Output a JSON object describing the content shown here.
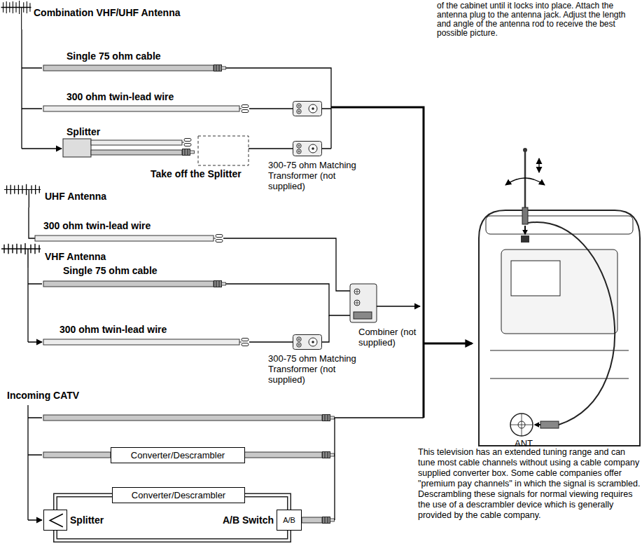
{
  "diagram": {
    "nodes": [
      {
        "text": [
          "Converter/Descrambler"
        ]
      },
      {
        "text": [
          "Converter/Descrambler"
        ]
      },
      {
        "text": [
          "Splitter"
        ]
      },
      {
        "text": [
          "A/B Switch",
          "A/B"
        ]
      }
    ],
    "edges": [
      {
        "from": 2,
        "to": 1,
        "arrow": "none"
      },
      {
        "from": 1,
        "to": 3,
        "arrow": "none"
      },
      {
        "from": 2,
        "to": 3,
        "arrow": "none"
      }
    ],
    "labels": [
      "of the cabinet until it locks into place. Attach the antenna plug to the antenna jack. Adjust the length and angle of the antenna rod to receive the best possible picture.",
      "Combination VHF/UHF Antenna",
      "Single 75 ohm cable",
      "300 ohm twin-lead wire",
      "Splitter",
      "Take off the Splitter",
      "300-75 ohm Matching Transformer (not supplied)",
      "UHF Antenna",
      "300 ohm twin-lead wire",
      "VHF Antenna",
      "Single 75 ohm cable",
      "300 ohm twin-lead wire",
      "Combiner (not supplied)",
      "300-75 ohm Matching Transformer (not supplied)",
      "Incoming CATV",
      "ANT",
      "This television has an extended tuning range and can tune most cable channels without using a cable company supplied converter box. Some cable companies offer \"premium pay channels\" in which the signal is scrambled. Descrambling these signals for normal viewing requires the use of a descrambler device which is generally provided by the cable company."
    ]
  }
}
